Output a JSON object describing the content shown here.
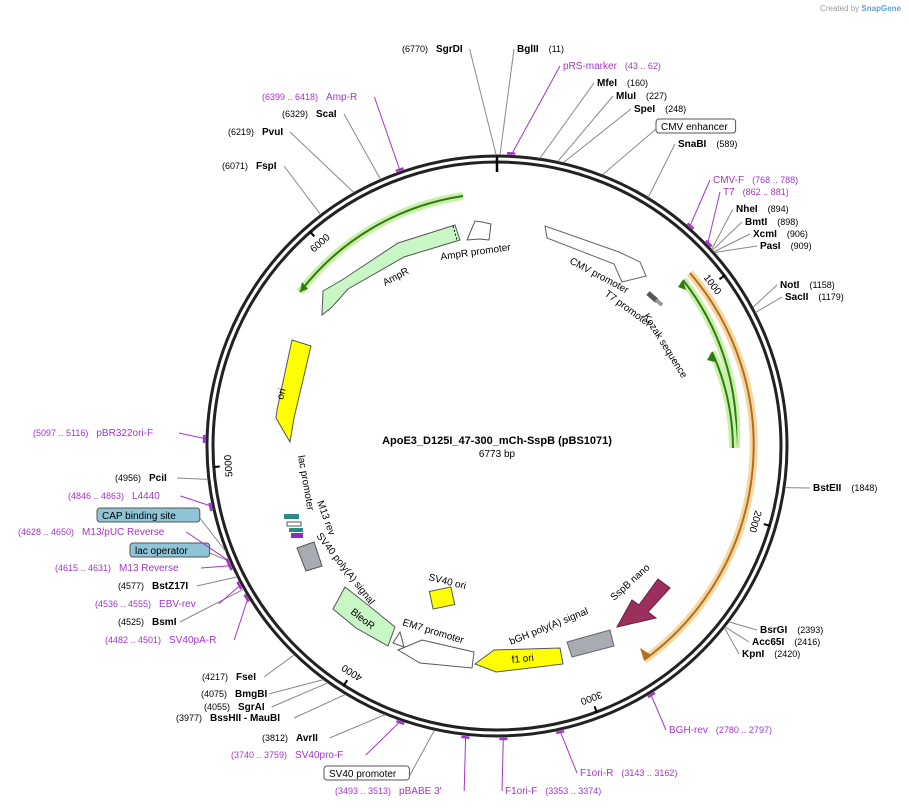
{
  "credit": {
    "prefix": "Created by",
    "brand": "SnapGene"
  },
  "plasmid": {
    "name": "ApoE3_D125I_47-300_mCh-SspB (pBS1071)",
    "length_label": "6773 bp",
    "length": 6773
  },
  "ticks": [
    {
      "bp": 1000,
      "label": "1000"
    },
    {
      "bp": 2000,
      "label": "2000"
    },
    {
      "bp": 3000,
      "label": "3000"
    },
    {
      "bp": 4000,
      "label": "4000"
    },
    {
      "bp": 5000,
      "label": "5000"
    },
    {
      "bp": 6000,
      "label": "6000"
    }
  ],
  "sites": [
    {
      "name": "SgrDI",
      "pos": "(6770)",
      "bp": 6770,
      "side": "left"
    },
    {
      "name": "BglII",
      "pos": "(11)",
      "bp": 11,
      "side": "right"
    },
    {
      "name": "pRS-marker",
      "pos": "(43 .. 62)",
      "bp": 52,
      "side": "right",
      "primer": true
    },
    {
      "name": "MfeI",
      "pos": "(160)",
      "bp": 160,
      "side": "right"
    },
    {
      "name": "MluI",
      "pos": "(227)",
      "bp": 227,
      "side": "right"
    },
    {
      "name": "SpeI",
      "pos": "(248)",
      "bp": 248,
      "side": "right"
    },
    {
      "name": "CMV enhancer",
      "pos": "",
      "bp": 400,
      "side": "right",
      "boxed": true
    },
    {
      "name": "SnaBI",
      "pos": "(589)",
      "bp": 589,
      "side": "right"
    },
    {
      "name": "CMV-F",
      "pos": "(768 .. 788)",
      "bp": 778,
      "side": "right",
      "primer": true
    },
    {
      "name": "T7",
      "pos": "(862 .. 881)",
      "bp": 871,
      "side": "right",
      "primer": true
    },
    {
      "name": "NheI",
      "pos": "(894)",
      "bp": 894,
      "side": "right"
    },
    {
      "name": "BmtI",
      "pos": "(898)",
      "bp": 898,
      "side": "right"
    },
    {
      "name": "XcmI",
      "pos": "(906)",
      "bp": 906,
      "side": "right"
    },
    {
      "name": "PasI",
      "pos": "(909)",
      "bp": 909,
      "side": "right"
    },
    {
      "name": "NotI",
      "pos": "(1158)",
      "bp": 1158,
      "side": "right"
    },
    {
      "name": "SacII",
      "pos": "(1179)",
      "bp": 1179,
      "side": "right"
    },
    {
      "name": "BstEII",
      "pos": "(1848)",
      "bp": 1848,
      "side": "right"
    },
    {
      "name": "BsrGI",
      "pos": "(2393)",
      "bp": 2393,
      "side": "right"
    },
    {
      "name": "Acc65I",
      "pos": "(2416)",
      "bp": 2416,
      "side": "right"
    },
    {
      "name": "KpnI",
      "pos": "(2420)",
      "bp": 2420,
      "side": "right"
    },
    {
      "name": "BGH-rev",
      "pos": "(2780 .. 2797)",
      "bp": 2788,
      "side": "right",
      "primer": true
    },
    {
      "name": "F1ori-R",
      "pos": "(3143 .. 3162)",
      "bp": 3152,
      "side": "right",
      "primer": true
    },
    {
      "name": "F1ori-F",
      "pos": "(3353 .. 3374)",
      "bp": 3363,
      "side": "right",
      "primer": true
    },
    {
      "name": "pBABE 3'",
      "pos": "(3493 .. 3513)",
      "bp": 3503,
      "side": "left",
      "primer": true
    },
    {
      "name": "SV40 promoter",
      "pos": "",
      "bp": 3620,
      "side": "left",
      "boxed": true
    },
    {
      "name": "SV40pro-F",
      "pos": "(3740 .. 3759)",
      "bp": 3749,
      "side": "left",
      "primer": true
    },
    {
      "name": "AvrII",
      "pos": "(3812)",
      "bp": 3812,
      "side": "left"
    },
    {
      "name": "BssHII - MauBI",
      "pos": "(3977)",
      "bp": 3977,
      "side": "left"
    },
    {
      "name": "SgrAI",
      "pos": "(4055)",
      "bp": 4055,
      "side": "left"
    },
    {
      "name": "BmgBI",
      "pos": "(4075)",
      "bp": 4075,
      "side": "left"
    },
    {
      "name": "FseI",
      "pos": "(4217)",
      "bp": 4217,
      "side": "left"
    },
    {
      "name": "SV40pA-R",
      "pos": "(4482 .. 4501)",
      "bp": 4491,
      "side": "left",
      "primer": true
    },
    {
      "name": "BsmI",
      "pos": "(4525)",
      "bp": 4525,
      "side": "left"
    },
    {
      "name": "EBV-rev",
      "pos": "(4536 .. 4555)",
      "bp": 4545,
      "side": "left",
      "primer": true
    },
    {
      "name": "BstZ17I",
      "pos": "(4577)",
      "bp": 4577,
      "side": "left"
    },
    {
      "name": "M13 Reverse",
      "pos": "(4615 .. 4631)",
      "bp": 4623,
      "side": "left",
      "primer": true
    },
    {
      "name": "lac operator",
      "pos": "",
      "bp": 4640,
      "side": "left",
      "boxed": true,
      "box_color": "#8fc3d6"
    },
    {
      "name": "M13/pUC Reverse",
      "pos": "(4628 .. 4650)",
      "bp": 4639,
      "side": "left",
      "primer": true
    },
    {
      "name": "CAP binding site",
      "pos": "",
      "bp": 4680,
      "side": "left",
      "boxed": true,
      "box_color": "#8fc3d6"
    },
    {
      "name": "L4440",
      "pos": "(4846 .. 4863)",
      "bp": 4854,
      "side": "left",
      "primer": true
    },
    {
      "name": "PciI",
      "pos": "(4956)",
      "bp": 4956,
      "side": "left"
    },
    {
      "name": "pBR322ori-F",
      "pos": "(5097 .. 5116)",
      "bp": 5106,
      "side": "left",
      "primer": true
    },
    {
      "name": "FspI",
      "pos": "(6071)",
      "bp": 6071,
      "side": "left"
    },
    {
      "name": "PvuI",
      "pos": "(6219)",
      "bp": 6219,
      "side": "left"
    },
    {
      "name": "ScaI",
      "pos": "(6329)",
      "bp": 6329,
      "side": "left"
    },
    {
      "name": "Amp-R",
      "pos": "(6399 .. 6418)",
      "bp": 6408,
      "side": "left",
      "primer": true
    }
  ],
  "features": [
    {
      "label": "CMV promoter",
      "color": "#ffffff"
    },
    {
      "label": "T7 promoter",
      "color": "#ffffff"
    },
    {
      "label": "Kozak sequence",
      "color": "#ffffff"
    },
    {
      "label": "SspB nano",
      "color": "#9b2f5e"
    },
    {
      "label": "bGH poly(A) signal",
      "color": "#a6acb2"
    },
    {
      "label": "f1 ori",
      "color": "#ffff00"
    },
    {
      "label": "EM7 promoter",
      "color": "#ffffff"
    },
    {
      "label": "BleoR",
      "color": "#c8f7c5"
    },
    {
      "label": "SV40 poly(A) signal",
      "color": "#a6acb2"
    },
    {
      "label": "SV40 ori",
      "color": "#ffff00"
    },
    {
      "label": "M13 rev",
      "color": "#8b2fb5"
    },
    {
      "label": "lac promoter",
      "color": "#ffffff"
    },
    {
      "label": "ori",
      "color": "#ffff00"
    },
    {
      "label": "AmpR",
      "color": "#c8f7c5"
    },
    {
      "label": "AmpR promoter",
      "color": "#ffffff"
    }
  ],
  "colors": {
    "primer": "#a535c9",
    "green_orf": "#4a9a1f",
    "orange_orf": "#e0a040",
    "backbone": "#222222"
  }
}
